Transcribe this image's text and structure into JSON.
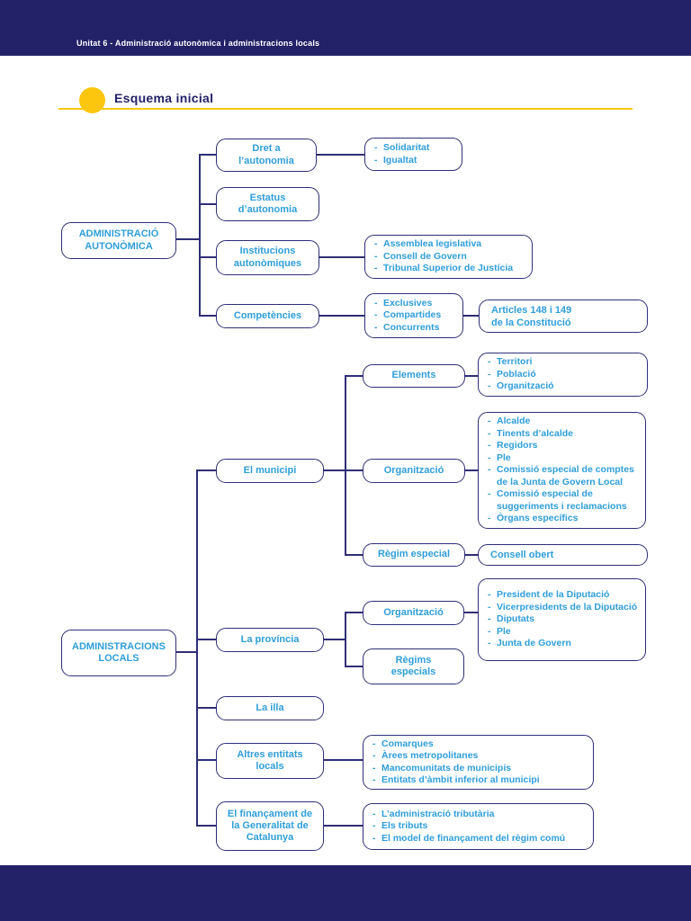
{
  "header": {
    "unit_label": "Unitat 6 - Administració autonòmica i administracions locals"
  },
  "title": "Esquema inicial",
  "colors": {
    "navy": "#232168",
    "border_navy": "#2F2E75",
    "blue": "#2E9ED9",
    "yellow": "#FBC60D",
    "white": "#FFFFFF"
  },
  "autonomica": {
    "root": "ADMINISTRACIÓ\nAUTONÒMICA",
    "dret": {
      "label": "Dret a\nl’autonomia",
      "items": [
        "Solidaritat",
        "Igualtat"
      ]
    },
    "estatus": {
      "label": "Estatus\nd’autonomia"
    },
    "institucions": {
      "label": "Institucions\nautonòmiques",
      "items": [
        "Assemblea legislativa",
        "Consell de Govern",
        "Tribunal Superior de Justícia"
      ]
    },
    "competencies": {
      "label": "Competències",
      "items": [
        "Exclusives",
        "Compartides",
        "Concurrents"
      ],
      "ref": "Articles 148 i 149\nde la Constitució"
    }
  },
  "locals": {
    "root": "ADMINISTRACIONS\nLOCALS",
    "municipi": {
      "label": "El municipi",
      "elements": {
        "label": "Elements",
        "items": [
          "Territori",
          "Població",
          "Organització"
        ]
      },
      "organitzacio": {
        "label": "Organització",
        "items": [
          "Alcalde",
          "Tinents d’alcalde",
          "Regidors",
          "Ple",
          "Comissió especial de comptes de la Junta de Govern Local",
          "Comissió especial de suggeriments i reclamacions",
          "Òrgans específics"
        ]
      },
      "regim": {
        "label": "Règim especial",
        "note": "Consell obert"
      }
    },
    "provincia": {
      "label": "La província",
      "organitzacio": {
        "label": "Organització",
        "items": [
          "President de la Diputació",
          "Vicerpresidents de la Diputació",
          "Diputats",
          "Ple",
          "Junta de Govern"
        ]
      },
      "regims": {
        "label": "Règims\nespecials"
      }
    },
    "illa": {
      "label": "La illa"
    },
    "altres": {
      "label": "Altres entitats\nlocals",
      "items": [
        "Comarques",
        "Àrees metropolitanes",
        "Mancomunitats de municipis",
        "Entitats d’àmbit inferior al municipi"
      ]
    },
    "financament": {
      "label": "El finançament de\nla Generalitat de\nCatalunya",
      "items": [
        "L’administració tributària",
        "Els tributs",
        "El model de finançament del règim comú"
      ]
    }
  }
}
